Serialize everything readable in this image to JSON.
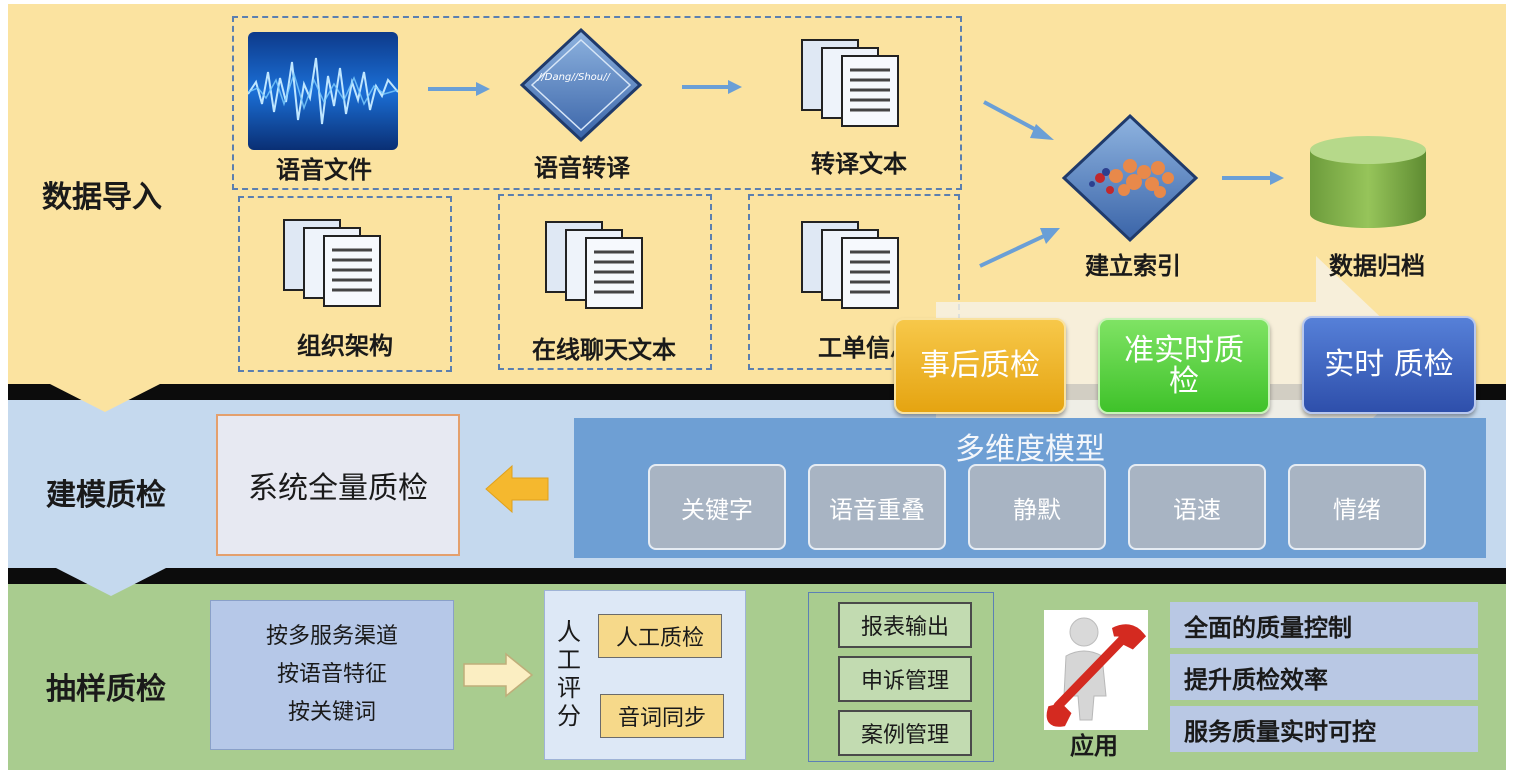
{
  "bands": {
    "import_title": "数据导入",
    "model_title": "建模质检",
    "sample_title": "抽样质检"
  },
  "import": {
    "voice_file": "语音文件",
    "voice_transcribe": "语音转译",
    "transcribe_text": "转译文本",
    "org_structure": "组织架构",
    "online_chat": "在线聊天文本",
    "work_order": "工单信息",
    "build_index": "建立索引",
    "data_archive": "数据归档",
    "diamond_caption": "//Dang//Shou//"
  },
  "qc_modes": {
    "post": "事后质检",
    "near_realtime": "准实时质检",
    "realtime": "实时 质检"
  },
  "model": {
    "full_qc": "系统全量质检",
    "multi_dim_title": "多维度模型",
    "dimensions": [
      "关键字",
      "语音重叠",
      "静默",
      "语速",
      "情绪"
    ]
  },
  "sample": {
    "criteria": [
      "按多服务渠道",
      "按语音特征",
      "按关键词"
    ],
    "manual_score_label": "人工评分",
    "manual_qc": "人工质检",
    "word_sync": "音词同步",
    "outputs": [
      "报表输出",
      "申诉管理",
      "案例管理"
    ],
    "app_label": "应用",
    "benefits": [
      "全面的质量控制",
      "提升质检效率",
      "服务质量实时可控"
    ]
  },
  "colors": {
    "import_bg": "#fbe3a0",
    "model_bg": "#c5d9ee",
    "sample_bg": "#a9cc8f",
    "post_qc": "#f1b51e",
    "near_qc": "#5bd442",
    "realtime_qc": "#3b63c4",
    "arrow_blue": "#6a9fd6"
  }
}
